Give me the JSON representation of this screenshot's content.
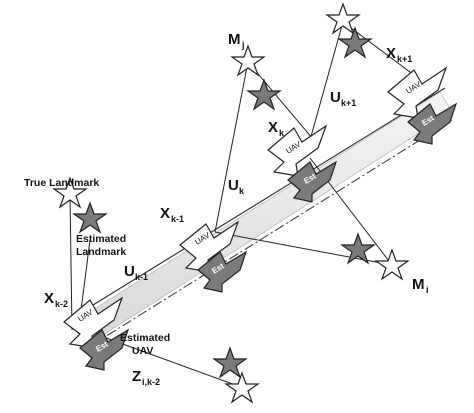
{
  "labels": {
    "true_landmark": "True Landmark",
    "estimated_landmark_1": "Estimated",
    "estimated_landmark_2": "Landmark",
    "estimated_uav_1": "Estimated",
    "estimated_uav_2": "UAV",
    "mj": "M",
    "mj_sub": "j",
    "mi": "M",
    "mi_sub": "i",
    "x_k2": "X",
    "x_k2_sub": "k-2",
    "x_k1": "X",
    "x_k1_sub": "k-1",
    "x_k": "X",
    "x_k_sub": "k",
    "x_kp1": "X",
    "x_kp1_sub": "k+1",
    "u_k1": "U",
    "u_k1_sub": "k-1",
    "u_k": "U",
    "u_k_sub": "k",
    "u_kp1": "U",
    "u_kp1_sub": "k+1",
    "z": "Z",
    "z_sub": "i,k-2",
    "uav_tag": "UAV",
    "est_tag": "Est"
  },
  "colors": {
    "line": "#222222",
    "true_fill": "#ffffff",
    "est_fill": "#7a7a7a",
    "band": "#ededed"
  }
}
